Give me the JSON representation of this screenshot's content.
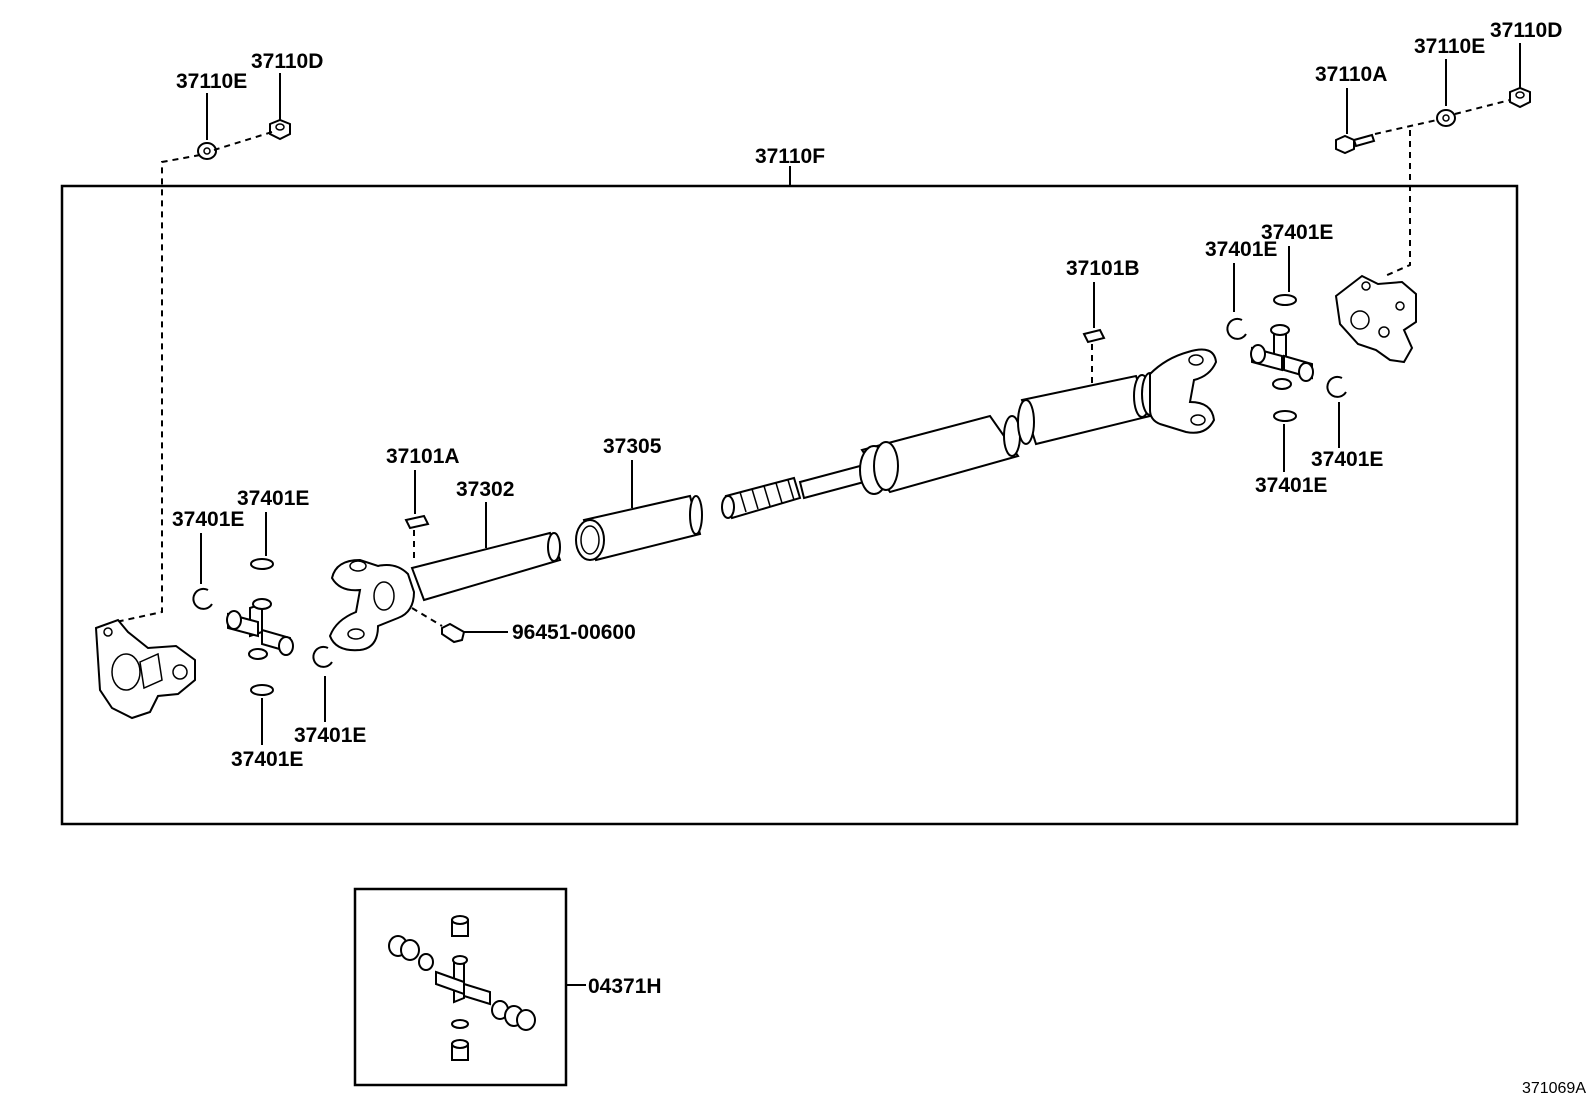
{
  "diagram": {
    "figure_id": "371069A",
    "labels": {
      "propeller_shaft_assy": "37110F",
      "nut_left": "37110D",
      "washer_left": "37110E",
      "bolt_right": "37110A",
      "washer_right": "37110E",
      "nut_right": "37110D",
      "balance_piece_front": "37101A",
      "balance_piece_rear": "37101B",
      "yoke_tube": "37302",
      "sleeve": "37305",
      "grease_fitting": "96451-00600",
      "snap_ring_front_a": "37401E",
      "snap_ring_front_b": "37401E",
      "snap_ring_front_c": "37401E",
      "snap_ring_front_d": "37401E",
      "snap_ring_rear_a": "37401E",
      "snap_ring_rear_b": "37401E",
      "snap_ring_rear_c": "37401E",
      "snap_ring_rear_d": "37401E",
      "spider_bearing_kit": "04371H"
    }
  }
}
